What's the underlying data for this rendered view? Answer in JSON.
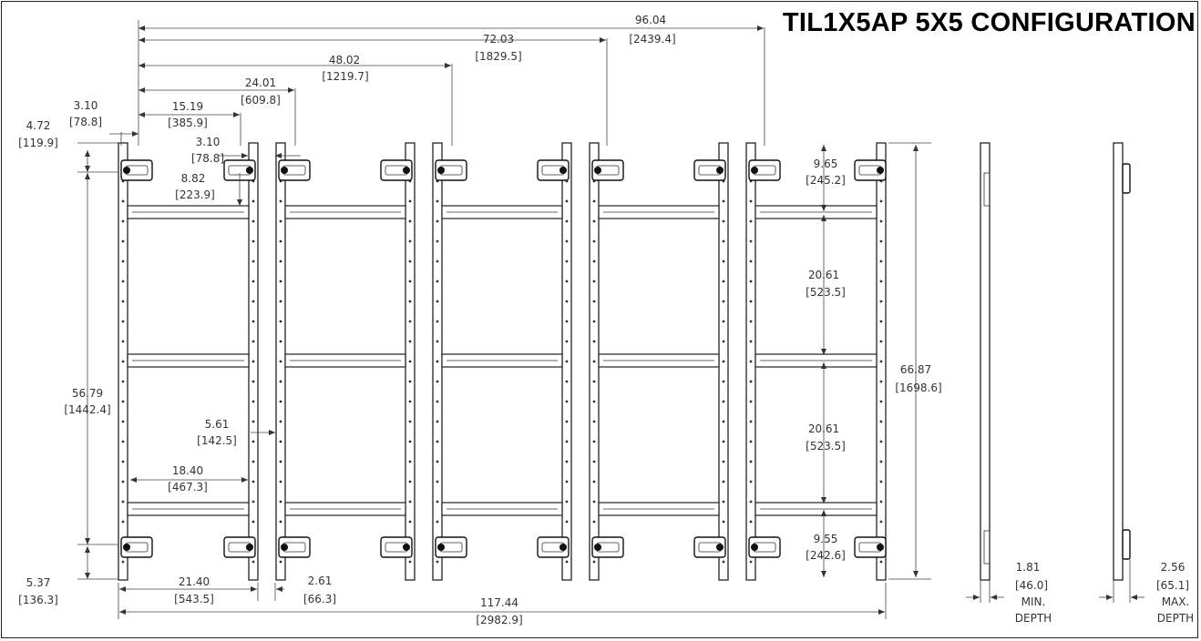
{
  "title": "TIL1X5AP 5X5 CONFIGURATION",
  "dimensions": {
    "overall_96": {
      "in": "96.04",
      "mm": "[2439.4]"
    },
    "overall_72": {
      "in": "72.03",
      "mm": "[1829.5]"
    },
    "overall_48": {
      "in": "48.02",
      "mm": "[1219.7]"
    },
    "overall_24": {
      "in": "24.01",
      "mm": "[609.8]"
    },
    "left_3_10": {
      "in": "3.10",
      "mm": "[78.8]"
    },
    "left_15_19": {
      "in": "15.19",
      "mm": "[385.9]"
    },
    "left_4_72": {
      "in": "4.72",
      "mm": "[119.9]"
    },
    "mid_3_10": {
      "in": "3.10",
      "mm": "[78.8]"
    },
    "mid_8_82": {
      "in": "8.82",
      "mm": "[223.9]"
    },
    "height_56_79": {
      "in": "56.79",
      "mm": "[1442.4]"
    },
    "mid_5_61": {
      "in": "5.61",
      "mm": "[142.5]"
    },
    "mid_18_40": {
      "in": "18.40",
      "mm": "[467.3]"
    },
    "bottom_5_37": {
      "in": "5.37",
      "mm": "[136.3]"
    },
    "bottom_21_40": {
      "in": "21.40",
      "mm": "[543.5]"
    },
    "bottom_2_61": {
      "in": "2.61",
      "mm": "[66.3]"
    },
    "width_117_44": {
      "in": "117.44",
      "mm": "[2982.9]"
    },
    "right_9_65": {
      "in": "9.65",
      "mm": "[245.2]"
    },
    "right_20_61_a": {
      "in": "20.61",
      "mm": "[523.5]"
    },
    "right_20_61_b": {
      "in": "20.61",
      "mm": "[523.5]"
    },
    "right_9_55": {
      "in": "9.55",
      "mm": "[242.6]"
    },
    "height_66_87": {
      "in": "66.87",
      "mm": "[1698.6]"
    },
    "min_depth": {
      "in": "1.81",
      "mm": "[46.0]",
      "label1": "MIN.",
      "label2": "DEPTH"
    },
    "max_depth": {
      "in": "2.56",
      "mm": "[65.1]",
      "label1": "MAX.",
      "label2": "DEPTH"
    }
  }
}
